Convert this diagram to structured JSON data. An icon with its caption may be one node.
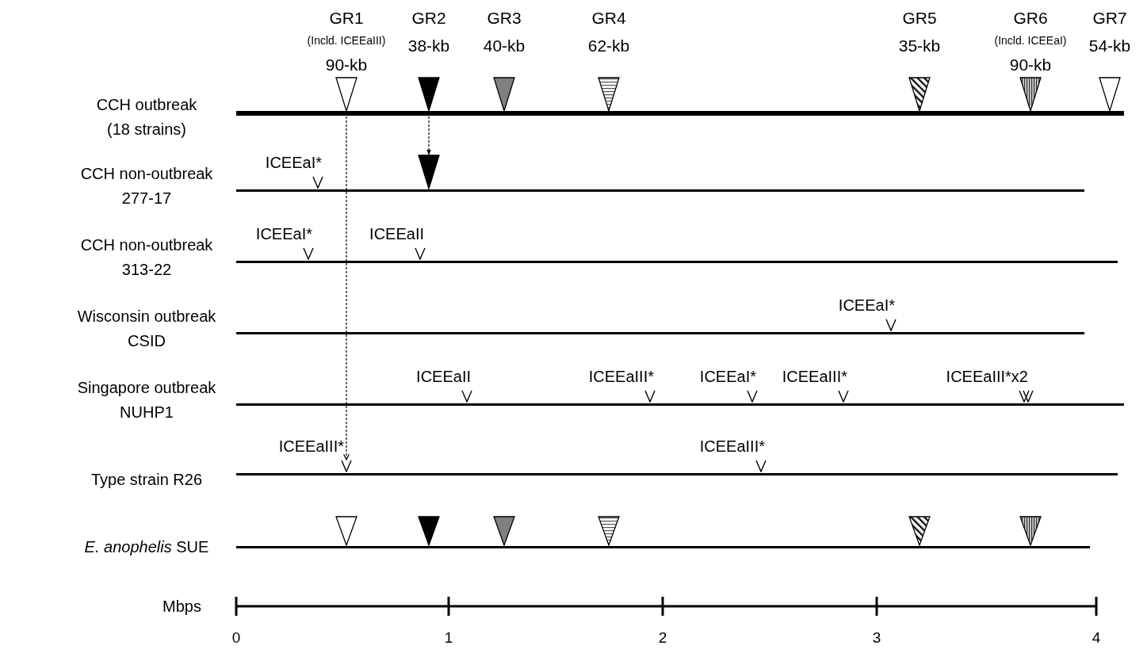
{
  "diagram": {
    "nodes": [
      {
        "text": [
          "GR1",
          "(Incld. ICEEaIII)",
          "90-kb"
        ]
      },
      {
        "text": [
          "GR2",
          "38-kb"
        ]
      },
      {
        "text": [
          "GR3",
          "40-kb"
        ]
      },
      {
        "text": [
          "GR4",
          "62-kb"
        ]
      },
      {
        "text": [
          "GR5",
          "35-kb"
        ]
      },
      {
        "text": [
          "GR6",
          "(Incld. ICEEaI)",
          "90-kb"
        ]
      },
      {
        "text": [
          "GR7",
          "54-kb"
        ]
      },
      {
        "text": [
          "CCH outbreak (18 strains)"
        ]
      },
      {
        "text": [
          "CCH non-outbreak 277-17"
        ]
      },
      {
        "text": [],
        "shape": "chevron",
        "beside": [
          "ICEEaI*"
        ]
      },
      {
        "text": [],
        "shape": "triangle"
      },
      {
        "text": [
          "CCH non-outbreak 313-22"
        ]
      },
      {
        "text": [],
        "shape": "chevron",
        "beside": [
          "ICEEaI*"
        ]
      },
      {
        "text": [],
        "shape": "chevron",
        "beside": [
          "ICEEaII"
        ]
      },
      {
        "text": [
          "Wisconsin outbreak CSID"
        ]
      },
      {
        "text": [],
        "shape": "chevron",
        "beside": [
          "ICEEaI*"
        ]
      },
      {
        "text": [
          "Singapore outbreak NUHP1"
        ]
      },
      {
        "text": [],
        "shape": "chevron",
        "beside": [
          "ICEEaII"
        ]
      },
      {
        "text": [],
        "shape": "chevron",
        "beside": [
          "ICEEaIII*"
        ]
      },
      {
        "text": [],
        "shape": "chevron",
        "beside": [
          "ICEEaI*"
        ]
      },
      {
        "text": [],
        "shape": "chevron",
        "beside": [
          "ICEEaIII*"
        ]
      },
      {
        "text": [],
        "shape": "chevron",
        "beside": [
          "ICEEaIII*x2"
        ]
      },
      {
        "text": [
          "Type strain R26"
        ]
      },
      {
        "text": [],
        "shape": "chevron",
        "beside": [
          "ICEEaIII*"
        ]
      },
      {
        "text": [],
        "shape": "chevron",
        "beside": [
          "ICEEaIII*"
        ]
      },
      {
        "text": [
          "*E. anophelis* SUE"
        ]
      },
      {
        "text": [],
        "shape": "triangle"
      },
      {
        "text": [],
        "shape": "triangle"
      },
      {
        "text": [],
        "shape": "triangle"
      },
      {
        "text": [],
        "shape": "triangle"
      },
      {
        "text": [],
        "shape": "triangle"
      },
      {
        "text": [],
        "shape": "triangle"
      }
    ],
    "edges": [
      {
        "from": 0,
        "to": 23,
        "arrow": "to",
        "style": "dashed"
      },
      {
        "from": 1,
        "to": 10,
        "arrow": "to",
        "style": "dashed"
      }
    ],
    "labels": [
      "Mbps",
      "0",
      "1",
      "2",
      "3",
      "4"
    ]
  }
}
